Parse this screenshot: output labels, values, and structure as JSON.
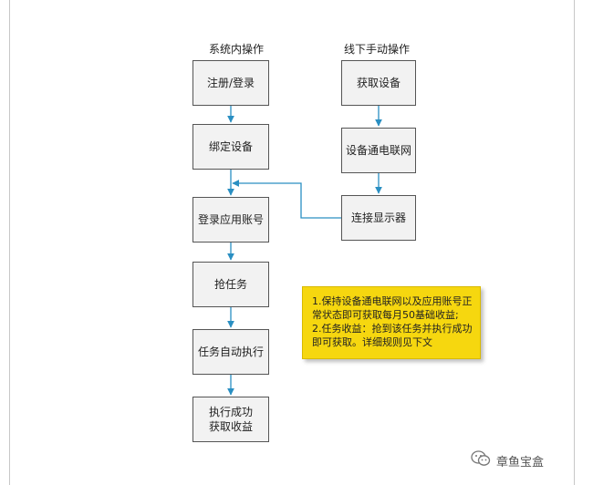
{
  "columns": {
    "left_title": "系统内操作",
    "right_title": "线下手动操作"
  },
  "left_steps": [
    "注册/登录",
    "绑定设备",
    "登录应用账号",
    "抢任务",
    "任务自动执行",
    "执行成功\n获取收益"
  ],
  "right_steps": [
    "获取设备",
    "设备通电联网",
    "连接显示器"
  ],
  "note": {
    "lines": [
      "1.保持设备通电联网以及应用账号正",
      "常状态即可获取每月50基础收益;",
      "2.任务收益：抢到该任务并执行成功",
      "即可获取。详细规则见下文"
    ]
  },
  "watermark": {
    "icon": "wechat-icon",
    "text": "章鱼宝盒"
  },
  "colors": {
    "arrow": "#2a8fc2",
    "note_bg": "#f6d70f",
    "box_bg": "#f2f2f2"
  }
}
